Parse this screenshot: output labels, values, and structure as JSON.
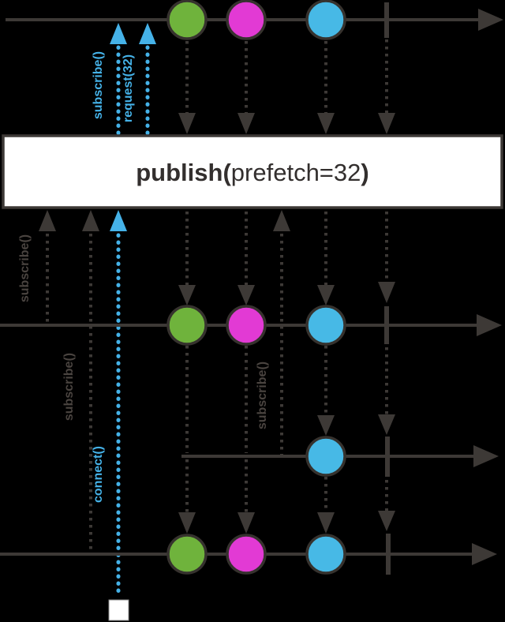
{
  "operator_box": {
    "bold_prefix": "publish(",
    "argument": "prefetch=32",
    "bold_suffix": ")"
  },
  "calls": {
    "source_subscribe": "subscribe()",
    "source_request": "request(32)",
    "subscriber1_subscribe": "subscribe()",
    "subscriber2_subscribe": "subscribe()",
    "late_subscriber_subscribe": "subscribe()",
    "connect": "connect()"
  },
  "colors": {
    "background": "#000000",
    "line_dark": "#3d3936",
    "accent_blue": "#45b2e8",
    "marble_green": "#6fb33c",
    "marble_magenta": "#e23ad4",
    "marble_blue": "#47b9e6",
    "box_fill": "#ffffff",
    "box_text": "#332f2e",
    "connect_handle_fill": "#ffffff"
  },
  "timelines": {
    "source": {
      "events": [
        "green",
        "magenta",
        "blue",
        "complete"
      ]
    },
    "subscriber1": {
      "events": [
        "green",
        "magenta",
        "blue",
        "complete"
      ]
    },
    "late_subscriber": {
      "events": [
        "blue",
        "complete"
      ]
    },
    "subscriber2": {
      "events": [
        "green",
        "magenta",
        "blue",
        "complete"
      ]
    }
  }
}
